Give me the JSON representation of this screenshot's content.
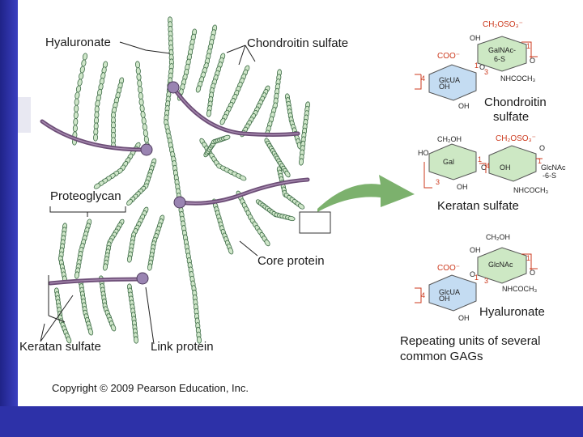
{
  "labels": {
    "hyaluronate": "Hyaluronate",
    "chondroitin_sulfate": "Chondroitin sulfate",
    "proteoglycan": "Proteoglycan",
    "core_protein": "Core protein",
    "keratan_sulfate": "Keratan sulfate",
    "link_protein": "Link protein"
  },
  "copyright": "Copyright © 2009 Pearson Education, Inc.",
  "units": {
    "chondroitin": {
      "caption1": "Chondroitin",
      "caption2": "sulfate",
      "left_ring": "GlcUA",
      "left_oh": "OH",
      "right_ring": "GalNAc-",
      "right_ring2": "6-S",
      "ch2": "CH₂OSO₃⁻",
      "coo": "COO⁻",
      "oh_top": "OH",
      "oh_bottom": "OH",
      "nh": "NHCOCH₃",
      "num4": "4",
      "num3": "3",
      "num1a": "1",
      "num1b": "1",
      "o1": "O",
      "o2": "O"
    },
    "keratan": {
      "caption": "Keratan sulfate",
      "left_ring": "Gal",
      "right_ring": "OH",
      "ch2oh": "CH₂OH",
      "ch2": "CH₂OSO₃⁻",
      "ho": "HO",
      "oh_bottom": "OH",
      "nh": "NHCOCH₃",
      "glcnac": "GlcNAc",
      "glcnac2": "-6-S",
      "num3": "3",
      "num1a": "1",
      "num4": "4",
      "num1b": "1",
      "o1": "O",
      "o2": "O"
    },
    "hyaluronate": {
      "caption": "Hyaluronate",
      "left_ring": "GlcUA",
      "left_oh": "OH",
      "right_ring": "GlcNAc",
      "ch2oh": "CH₂OH",
      "coo": "COO⁻",
      "oh_top": "OH",
      "oh_bottom": "OH",
      "nh": "NHCOCH₃",
      "num4": "4",
      "num3": "3",
      "num1a": "1",
      "num1b": "1",
      "o1": "O",
      "o2": "O"
    }
  },
  "repeating_title_1": "Repeating units of several",
  "repeating_title_2": "common GAGs",
  "colors": {
    "bead_fill": "#cfe6c9",
    "bead_stroke": "#3d6b46",
    "protein": "#6d4e77",
    "protein_light": "#a78ab0",
    "ring_green": "#cde8c4",
    "ring_blue": "#c4dcf2",
    "red": "#cc3a1e",
    "arrow": "#6ea95d"
  }
}
